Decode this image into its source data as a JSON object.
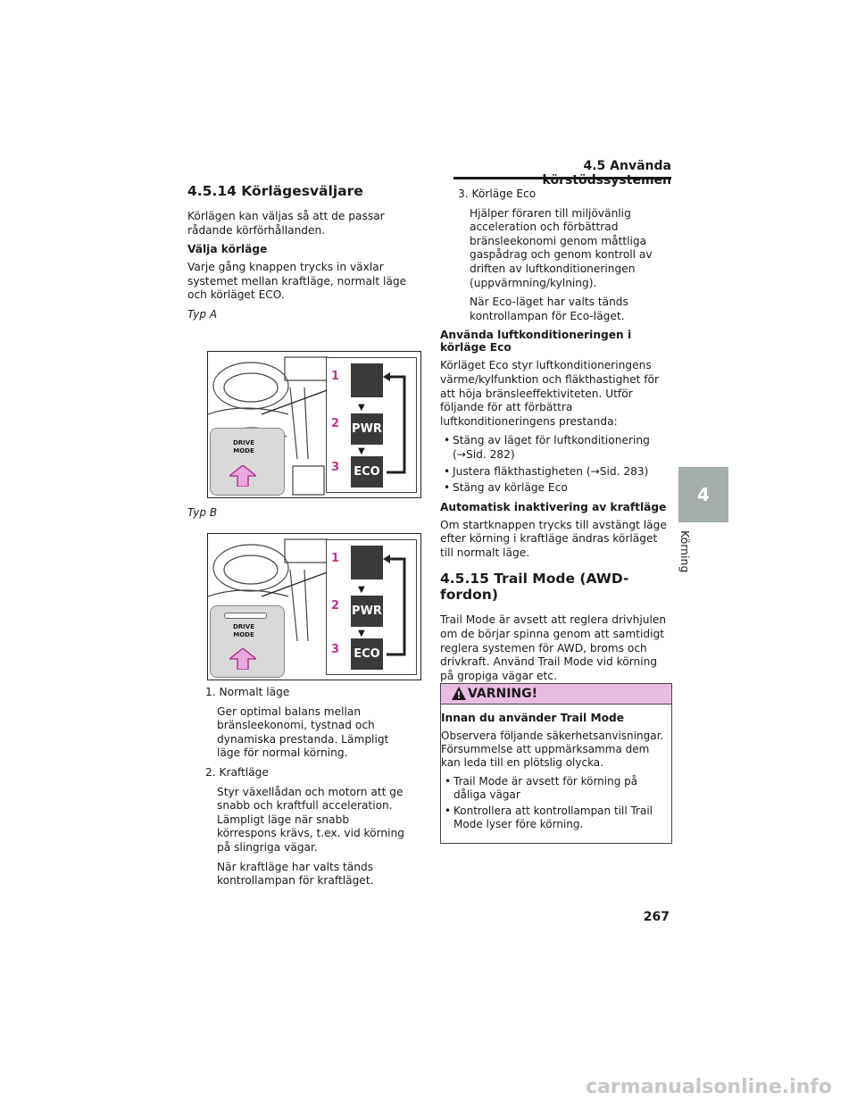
{
  "header": {
    "title": "4.5 Använda körstödssystemen"
  },
  "left": {
    "heading": "4.5.14 Körlägesväljare",
    "intro": "Körlägen kan väljas så att de passar rådande körförhållanden.",
    "sub1": "Välja körläge",
    "p1": "Varje gång knappen trycks in växlar systemet mellan kraftläge, normalt läge och körläget ECO.",
    "typA": "Typ A",
    "typB": "Typ B",
    "fig": {
      "btn_line1": "DRIVE",
      "btn_line2": "MODE",
      "n1": "1",
      "n2": "2",
      "n3": "3",
      "pwr": "PWR",
      "eco": "ECO"
    },
    "item1_title": "1. Normalt läge",
    "item1_text": "Ger optimal balans mellan bränsleekonomi, tystnad och dynamiska prestanda. Lämpligt läge för normal körning.",
    "item2_title": "2. Kraftläge",
    "item2_text": "Styr växellådan och motorn att ge snabb och kraftfull acceleration. Lämpligt läge när snabb körrespons krävs, t.ex. vid körning på slingriga vägar.",
    "item2_text2": "När kraftläge har valts tänds kontrollampan för kraftläget."
  },
  "right": {
    "item3_title": "3. Körläge Eco",
    "item3_text": "Hjälper föraren till miljövänlig acceleration och förbättrad bränsleekonomi genom måttliga gaspådrag och genom kontroll av driften av luftkonditioneringen (uppvärmning/kylning).",
    "item3_text2": "När Eco-läget har valts tänds kontrollampan för Eco-läget.",
    "sub2": "Använda luftkonditioneringen i körläge Eco",
    "p2": "Körläget Eco styr luftkonditioneringens värme/kylfunktion och fläkthastighet för att höja bränsleeffektiviteten. Utför följande för att förbättra luftkonditioneringens prestanda:",
    "bullets": [
      "Stäng av läget för luftkonditionering (→Sid. 282)",
      "Justera fläkthastigheten (→Sid. 283)",
      "Stäng av körläge Eco"
    ],
    "sub3": "Automatisk inaktivering av kraftläge",
    "p3": "Om startknappen trycks till avstängt läge efter körning i kraftläge ändras körläget till normalt läge.",
    "heading2": "4.5.15 Trail Mode (AWD-fordon)",
    "p4": "Trail Mode är avsett att reglera drivhjulen om de börjar spinna genom att samtidigt reglera systemen för AWD, broms och drivkraft. Använd Trail Mode vid körning på gropiga vägar etc.",
    "warning": {
      "title": "VARNING!",
      "sub": "Innan du använder Trail Mode",
      "text": "Observera följande säkerhetsanvisningar. Försummelse att uppmärksamma dem kan leda till en plötslig olycka.",
      "bullets": [
        "Trail Mode är avsett för körning på dåliga vägar",
        "Kontrollera att kontrollampan till Trail Mode lyser före körning."
      ]
    }
  },
  "tab": {
    "number": "4",
    "label": "Körning"
  },
  "page_number": "267",
  "watermark": "carmanualsonline.info",
  "colors": {
    "accent": "#b23a8f",
    "warning_bg": "#e8bde1",
    "tab_bg": "#a5aeac",
    "arrow_fill": "#e8a8e0"
  }
}
